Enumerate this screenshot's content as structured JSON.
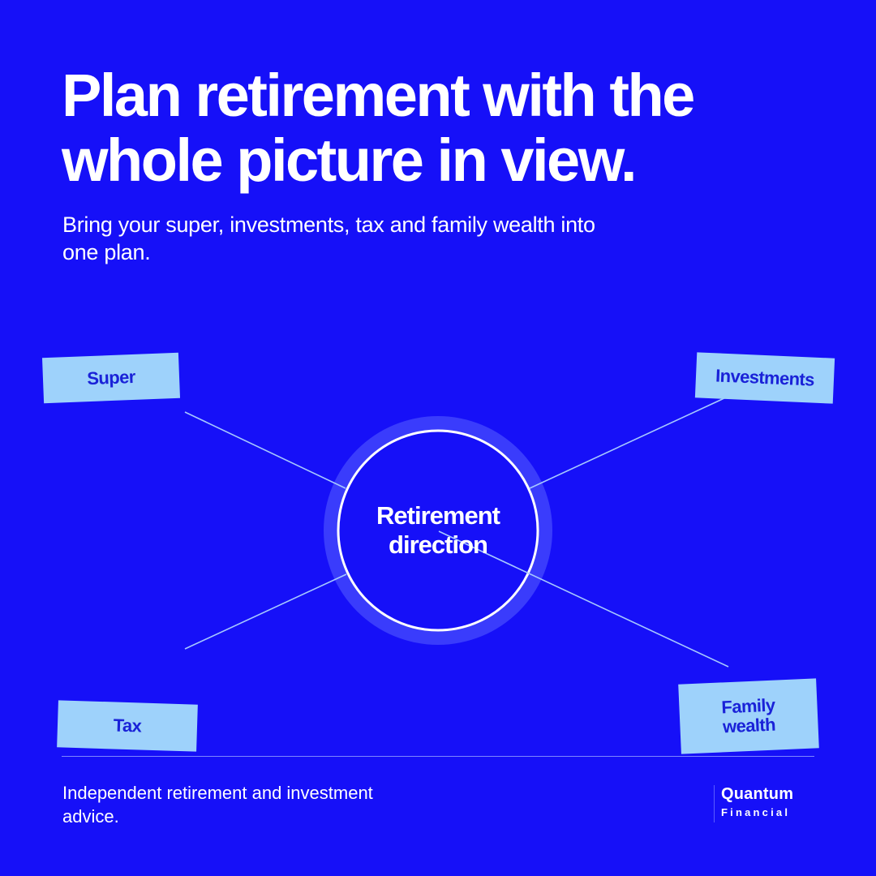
{
  "headline": "Plan retirement with the whole picture in view.",
  "subhead": "Bring your super, investments, tax and family wealth into one plan.",
  "hub": {
    "label_line1": "Retirement",
    "label_line2": "direction"
  },
  "nodes": {
    "super": "Super",
    "investments": "Investments",
    "tax": "Tax",
    "family_line1": "Family",
    "family_line2": "wealth"
  },
  "footer": {
    "tagline": "Independent retirement and investment advice.",
    "logo_name": "Quantum",
    "logo_sub": "Financial"
  },
  "colors": {
    "background": "#1610f8",
    "node_fill": "#9ed2fb",
    "node_text": "#1a22d8",
    "text": "#ffffff"
  }
}
